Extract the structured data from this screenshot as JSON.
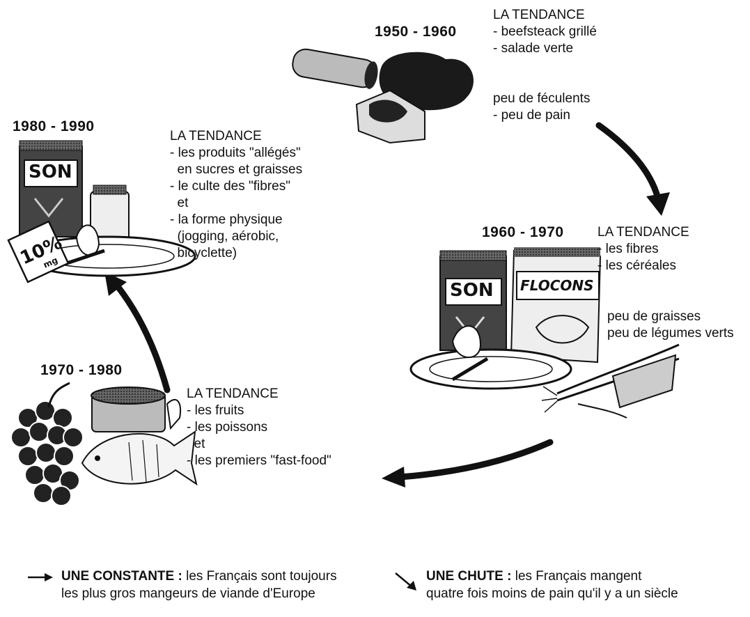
{
  "periods": {
    "p1950": {
      "years": "1950 - 1960",
      "title": "LA TENDANCE",
      "items": [
        "- beefsteack grillé",
        "- salade verte"
      ],
      "notes": [
        "peu de féculents",
        "- peu de pain"
      ]
    },
    "p1960": {
      "years": "1960 - 1970",
      "title": "LA TENDANCE",
      "items": [
        "- les fibres",
        "- les céréales"
      ],
      "notes": [
        "peu de graisses",
        "peu de légumes verts"
      ],
      "package_labels": [
        "SON",
        "FLOCONS"
      ]
    },
    "p1970": {
      "years": "1970 - 1980",
      "title": "LA TENDANCE",
      "items": [
        "- les fruits",
        "- les poissons",
        "  et",
        "- les premiers \"fast-food\""
      ]
    },
    "p1980": {
      "years": "1980 - 1990",
      "title": "LA TENDANCE",
      "items": [
        "- les produits \"allégés\"",
        "  en sucres et graisses",
        "- le culte des \"fibres\"",
        "  et",
        "- la forme physique",
        "  (jogging, aérobic,",
        "  bicyclette)"
      ],
      "package_labels": [
        "SON",
        "10%",
        "mg"
      ]
    }
  },
  "footer": {
    "constante": {
      "icon": "right-arrow-icon",
      "label": "UNE CONSTANTE :",
      "line1": " les Français sont toujours",
      "line2": "les plus gros mangeurs de viande d'Europe"
    },
    "chute": {
      "icon": "down-right-arrow-icon",
      "label": "UNE CHUTE :",
      "line1": " les Français mangent",
      "line2": "quatre fois moins de pain qu'il y a un siècle"
    }
  },
  "colors": {
    "ink": "#111111",
    "paper": "#ffffff",
    "shade": "#555555"
  }
}
